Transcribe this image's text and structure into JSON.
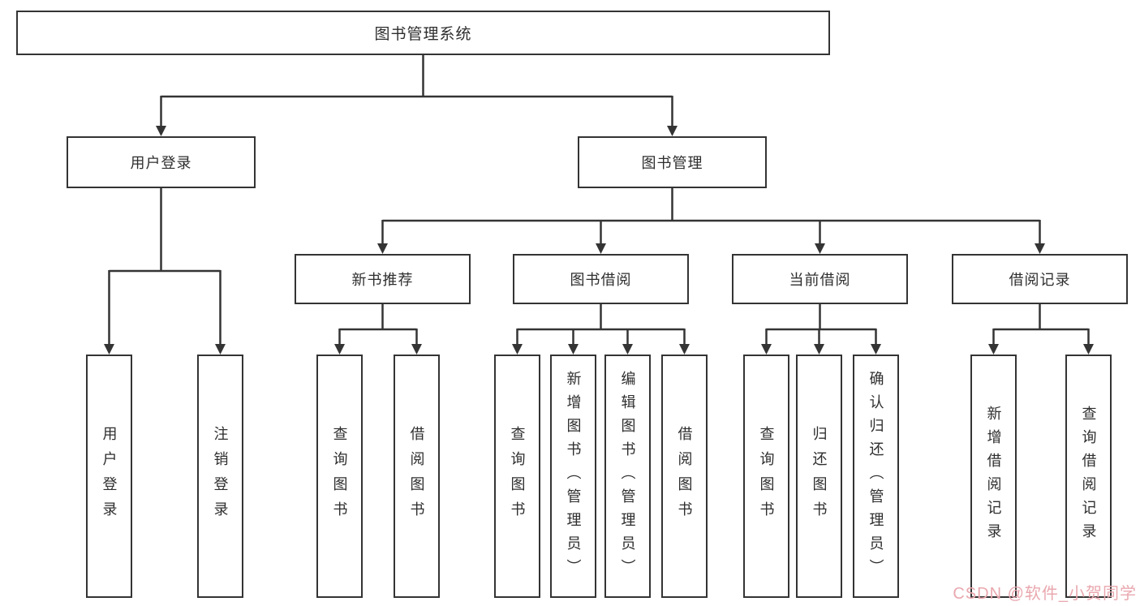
{
  "nodes": {
    "root": "图书管理系统",
    "level2": [
      "用户登录",
      "图书管理"
    ],
    "level3": [
      "新书推荐",
      "图书借阅",
      "当前借阅",
      "借阅记录"
    ],
    "leaves": [
      "用户登录",
      "注销登录",
      "查询图书",
      "借阅图书",
      "查询图书",
      "新增图书（管理员）",
      "编辑图书（管理员）",
      "借阅图书",
      "查询图书",
      "归还图书",
      "确认归还（管理员）",
      "新增借阅记录",
      "查询借阅记录"
    ]
  },
  "watermark": "CSDN @软件_小贺同学",
  "colors": {
    "line": "#343434",
    "text": "#2e2e2e",
    "box_fill": "#ffffff",
    "background": "#ffffff",
    "watermark": "#e9a8af"
  }
}
